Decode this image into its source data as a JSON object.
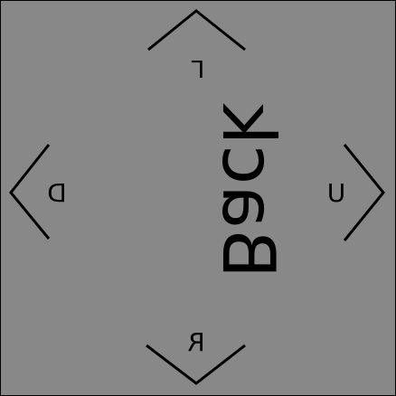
{
  "face": {
    "label": "Back",
    "background": "#888888",
    "line_color": "#000000"
  },
  "edges": {
    "top": {
      "label": "L",
      "icon": "chevron-up-icon"
    },
    "right": {
      "label": "U",
      "icon": "chevron-right-icon"
    },
    "bottom": {
      "label": "R",
      "icon": "chevron-down-icon"
    },
    "left": {
      "label": "D",
      "icon": "chevron-left-icon"
    }
  }
}
